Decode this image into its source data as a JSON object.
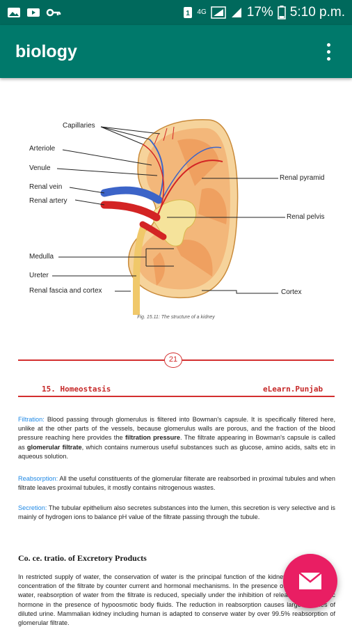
{
  "status": {
    "battery": "17%",
    "time": "5:10 p.m.",
    "network": "4G"
  },
  "app": {
    "title": "biology"
  },
  "figure": {
    "labels": {
      "capillaries": "Capillaries",
      "arteriole": "Arteriole",
      "venule": "Venule",
      "renal_vein": "Renal vein",
      "renal_artery": "Renal artery",
      "medulla": "Medulla",
      "ureter": "Ureter",
      "renal_fascia": "Renal fascia and cortex",
      "renal_pyramid": "Renal pyramid",
      "renal_pelvis": "Renal pelvis",
      "cortex": "Cortex"
    },
    "caption": "Fig. 15.11: The structure of a kidney"
  },
  "page_number": "21",
  "chapter": {
    "title": "15. Homeostasis",
    "brand": "eLearn.Punjab"
  },
  "filtration": {
    "term": "Filtration:",
    "text1": " Blood passing through glomerulus is filtered into Bowman's capsule. It is specifically filtered here, unlike at the other parts of the vessels, because glomerulus walls are porous, and the fraction of the blood pressure reaching here provides the ",
    "bold1": "filtration pressure",
    "text2": ". The filtrate appearing in Bowman's capsule is called as ",
    "bold2": "glomerular filtrate",
    "text3": ", which contains numerous useful substances such as glucose, amino acids, salts etc in aqueous solution."
  },
  "reabsorption": {
    "term": "Reabsorption:",
    "text": " All the useful constituents of the glomerular filterate are reabsorbed in proximal tubules and when filtrate leaves proximal tubules, it mostly contains nitrogenous wastes."
  },
  "secretion": {
    "term": "Secretion:",
    "text": " The tubular epithelium also secretes substances into the lumen, this secretion is very selective and is mainly of hydrogen ions to balance pH value of the filtrate passing through the tubule."
  },
  "section_heading": "Co. ce. tratio.  of Excretory Products",
  "conc_text": "In restricted supply of water, the conservation of water is the principal function of the kidney. This is done by concentration of the filtrate by counter current and hormonal mechanisms. In the presence of excess supply of water, reabsorption of water from the filtrate is reduced, specially under the inhibition of release of antidiuretic hormone in the presence of hypoosmotic body fluids. The reduction in reabsorption causes large volumes of diluted urine. Mammalian kidney including human is adapted to conserve water by over 99.5% reabsorption of glomerular filtrate.",
  "colors": {
    "status_bar": "#00695c",
    "app_bar": "#00796b",
    "fab": "#e91e63",
    "accent_red": "#d32f2f",
    "term_blue": "#1e88e5"
  }
}
